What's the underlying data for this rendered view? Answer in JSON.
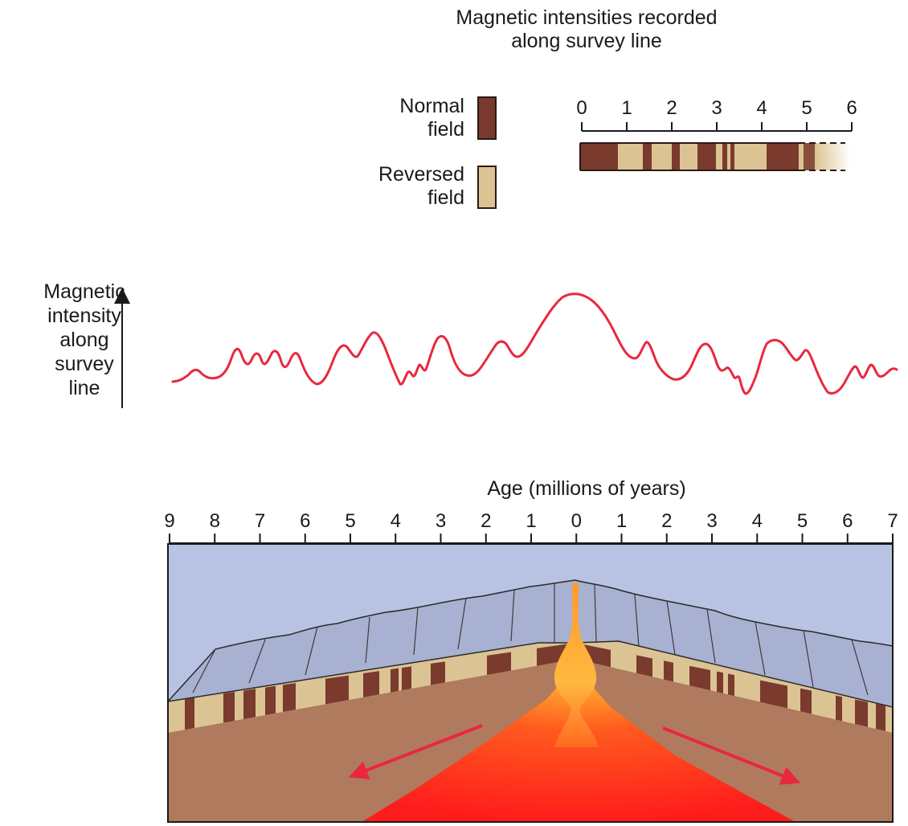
{
  "survey": {
    "title_line1": "Magnetic intensities recorded",
    "title_line2": "along survey line",
    "scale_ticks": [
      "0",
      "1",
      "2",
      "3",
      "4",
      "5",
      "6"
    ]
  },
  "legend": {
    "normal_line1": "Normal",
    "normal_line2": "field",
    "reversed_line1": "Reversed",
    "reversed_line2": "field",
    "normal_color": "#7a3a2e",
    "reversed_color": "#dcc393"
  },
  "profile": {
    "ylabel_lines": [
      "Magnetic",
      "intensity",
      "along",
      "survey",
      "line"
    ],
    "line_color": "#e8283e"
  },
  "age_axis": {
    "title": "Age (millions of years)",
    "left_ticks": [
      "9",
      "8",
      "7",
      "6",
      "5",
      "4",
      "3",
      "2",
      "1"
    ],
    "center_tick": "0",
    "right_ticks": [
      "1",
      "2",
      "3",
      "4",
      "5",
      "6",
      "7"
    ]
  },
  "colors": {
    "ocean": "#b8c3e4",
    "crust_top": "#a9b1d2",
    "mantle": "#b07a5e",
    "magma": "#ff2222",
    "magma_light": "#ffb030"
  }
}
